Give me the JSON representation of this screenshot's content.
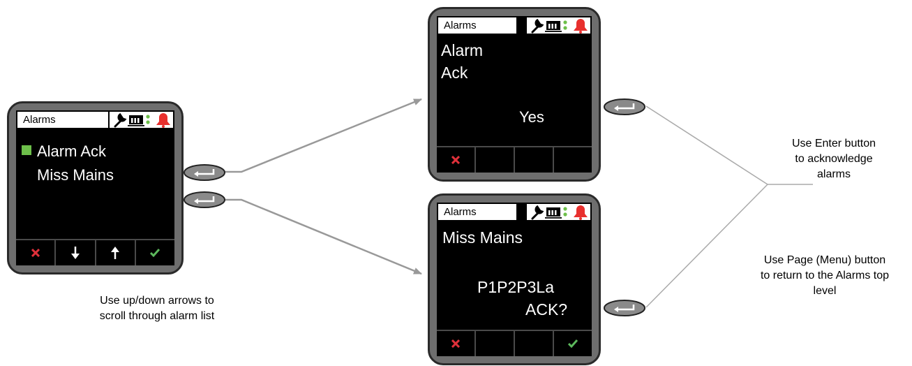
{
  "device_left": {
    "header_title": "Alarms",
    "lines": [
      "Alarm Ack",
      "Miss Mains"
    ],
    "selected_index": 0,
    "softkeys": [
      "close-icon",
      "arrow-down-icon",
      "arrow-up-icon",
      "check-icon"
    ]
  },
  "device_top": {
    "header_title": "Alarms",
    "lines": [
      "Alarm",
      "Ack"
    ],
    "value": "Yes",
    "softkeys": [
      "close-icon",
      "",
      "",
      ""
    ]
  },
  "device_bottom": {
    "header_title": "Alarms",
    "lines": [
      "Miss Mains"
    ],
    "value_line1": "P1P2P3La",
    "value_line2": "ACK?",
    "softkeys": [
      "close-icon",
      "",
      "",
      "check-icon"
    ]
  },
  "captions": {
    "scroll": "Use up/down arrows to\nscroll through alarm list",
    "enter": "Use Enter button\nto acknowledge\nalarms",
    "page": "Use Page (Menu) button\nto return to the Alarms top\nlevel"
  },
  "colors": {
    "device_body": "#6e6e6e",
    "screen": "#000000",
    "cross": "#e0303a",
    "check": "#5cb85c",
    "bell": "#e8302e",
    "selection_marker": "#6dbf4a",
    "arrow_connector": "#999999"
  }
}
